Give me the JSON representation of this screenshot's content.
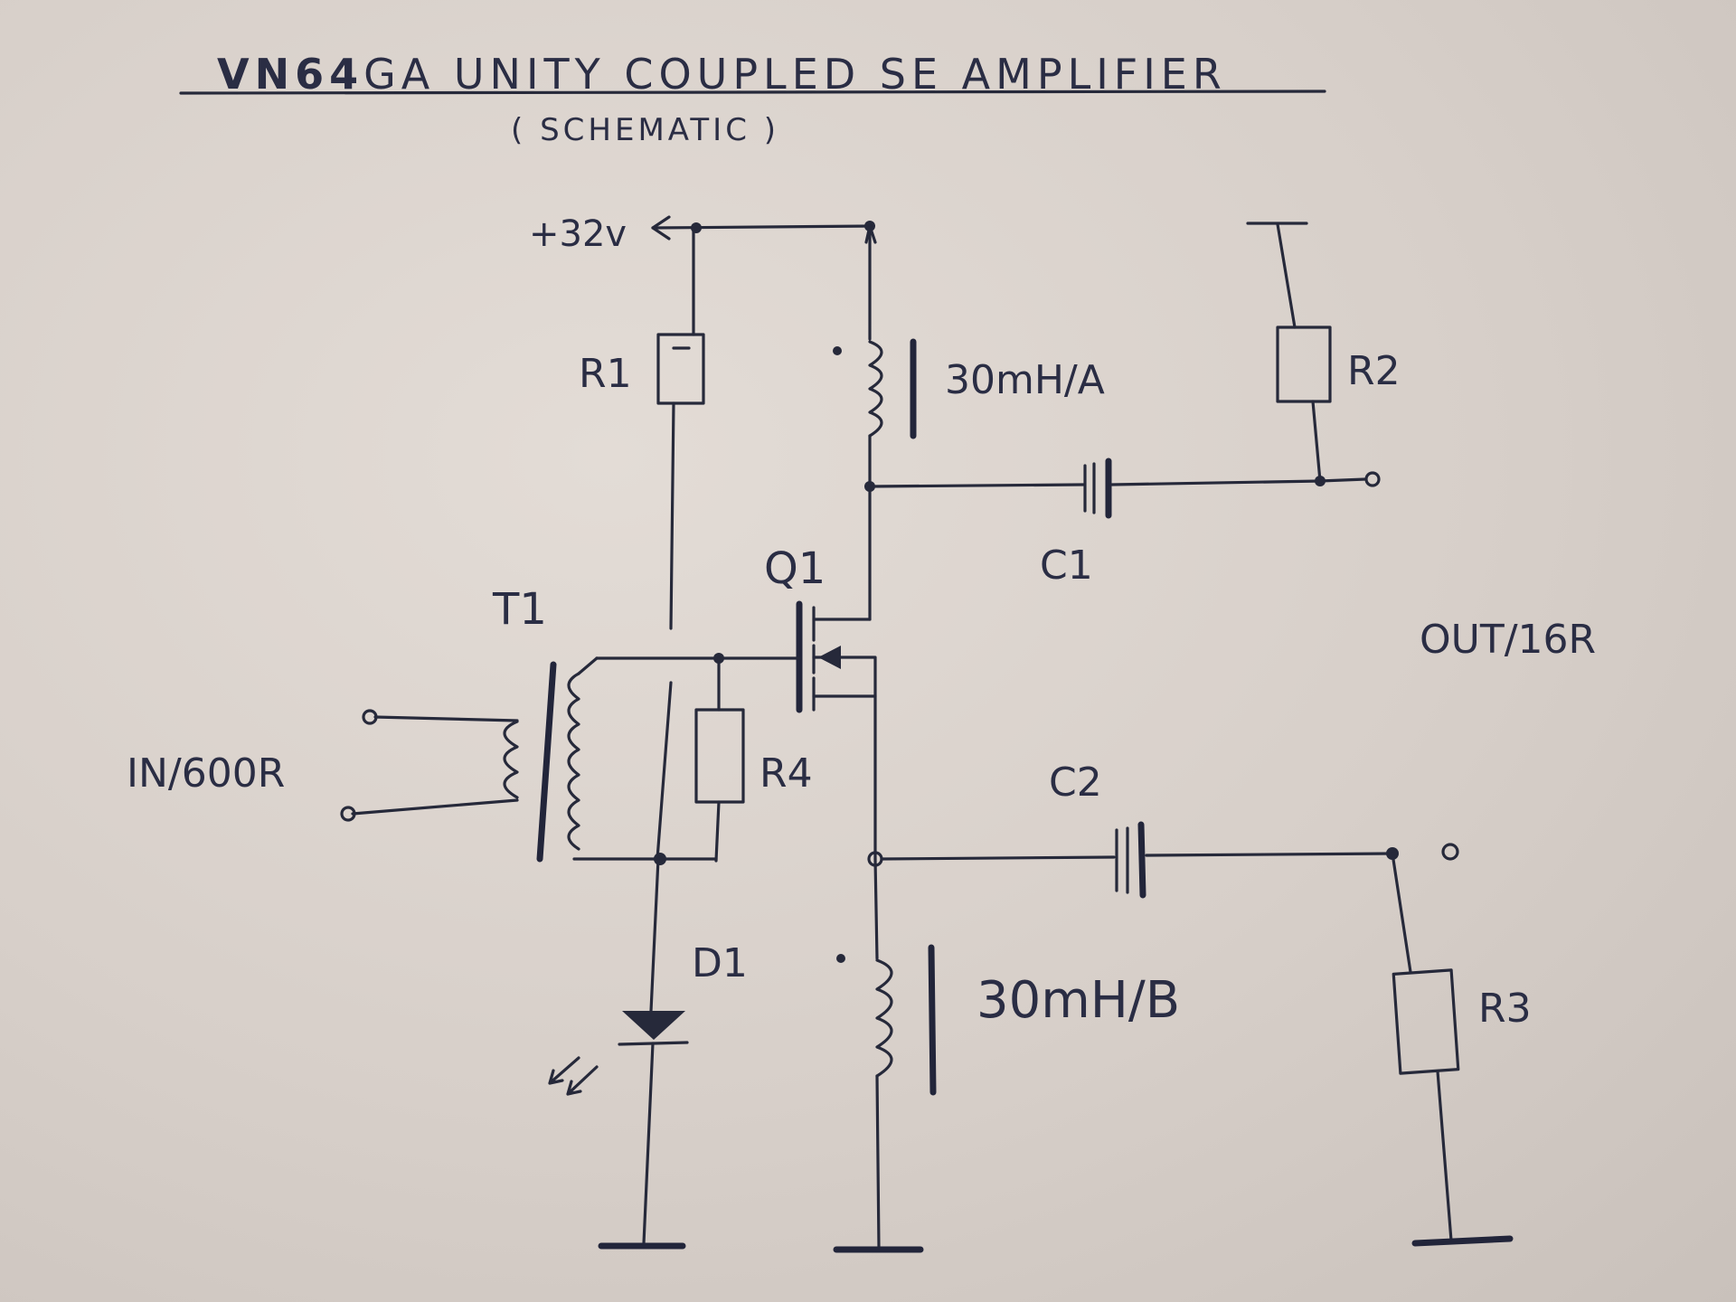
{
  "title": {
    "part_bold": "VN64",
    "part_rest": "GA UNITY COUPLED SE AMPLIFIER",
    "subtitle": "( SCHEMATIC )"
  },
  "supply": {
    "label": "+32v"
  },
  "components": {
    "r1": "R1",
    "r2": "R2",
    "r3": "R3",
    "r4": "R4",
    "c1": "C1",
    "c2": "C2",
    "t1": "T1",
    "q1": "Q1",
    "d1": "D1",
    "l_a": "30mH/A",
    "l_b": "30mH/B"
  },
  "io": {
    "input": "IN/600R",
    "output": "OUT/16R"
  },
  "colors": {
    "ink": "#26293a",
    "paper": "#ddd6d0"
  }
}
